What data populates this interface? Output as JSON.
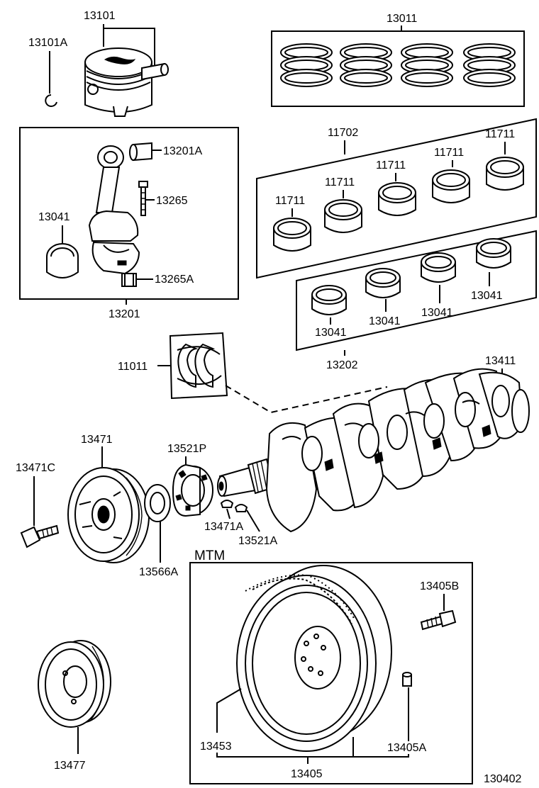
{
  "diagram": {
    "figure_number": "130402",
    "section_label": "MTM",
    "parts": {
      "piston_sub_assy": "13101",
      "piston_pin_snap_ring": "13101A",
      "piston_ring_set": "13011",
      "connecting_rod_bushing": "13201A",
      "connecting_rod_bolt": "13265",
      "connecting_rod_bearing": "13041",
      "connecting_rod_nut": "13265A",
      "connecting_rod_sub_assy": "13201",
      "crankshaft_bearing_set": "11702",
      "crankshaft_bearing_upper": "11711",
      "connecting_rod_bearing_set": "13202",
      "thrust_washer_set": "11011",
      "crankshaft": "13411",
      "crankshaft_pulley": "13471",
      "crankshaft_pulley_bolt": "13471C",
      "timing_gear": "13521P",
      "pulley_key": "13471A",
      "gear_key": "13521A",
      "oil_slinger": "13566A",
      "flywheel_ring_gear": "13453",
      "flywheel_sub_assy": "13405",
      "flywheel_bolt": "13405B",
      "flywheel_pin": "13405A",
      "crankshaft_pulley_alt": "13477"
    }
  }
}
